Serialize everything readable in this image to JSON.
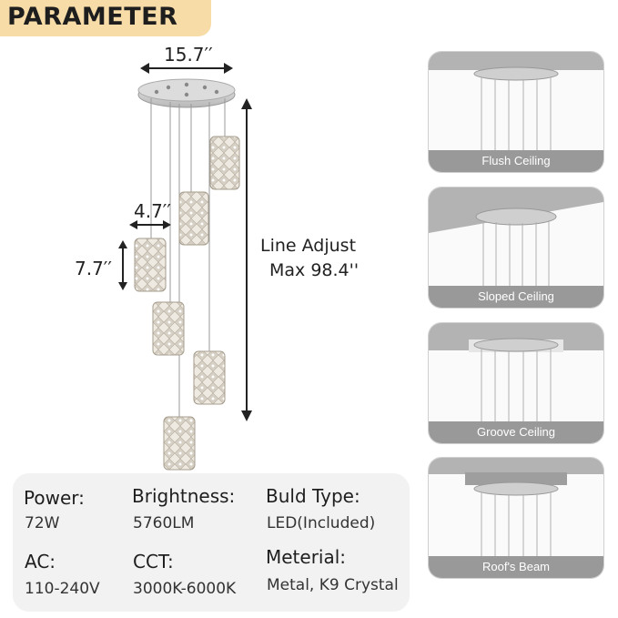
{
  "badge": {
    "title": "PARAMETER"
  },
  "dimensions": {
    "canopy_width": "15.7′′",
    "shade_width": "4.7′′",
    "shade_height": "7.7′′",
    "line_adjust_label": "Line Adjust",
    "line_adjust_max": "Max 98.4''"
  },
  "specs": {
    "power_label": "Power:",
    "power_value": "72W",
    "brightness_label": "Brightness:",
    "brightness_value": "5760LM",
    "bulb_label": "Buld Type:",
    "bulb_value": "LED(Included)",
    "ac_label": "AC:",
    "ac_value": "110-240V",
    "cct_label": "CCT:",
    "cct_value": "3000K-6000K",
    "material_label": "Meterial:",
    "material_value": "Metal, K9 Crystal"
  },
  "mounting": [
    {
      "label": "Flush Ceiling"
    },
    {
      "label": "Sloped Ceiling"
    },
    {
      "label": "Groove Ceiling"
    },
    {
      "label": "Roof's Beam"
    }
  ],
  "colors": {
    "badge": "#f7dca8",
    "panel_caption": "#999999",
    "chrome": "#c9c9c9"
  }
}
